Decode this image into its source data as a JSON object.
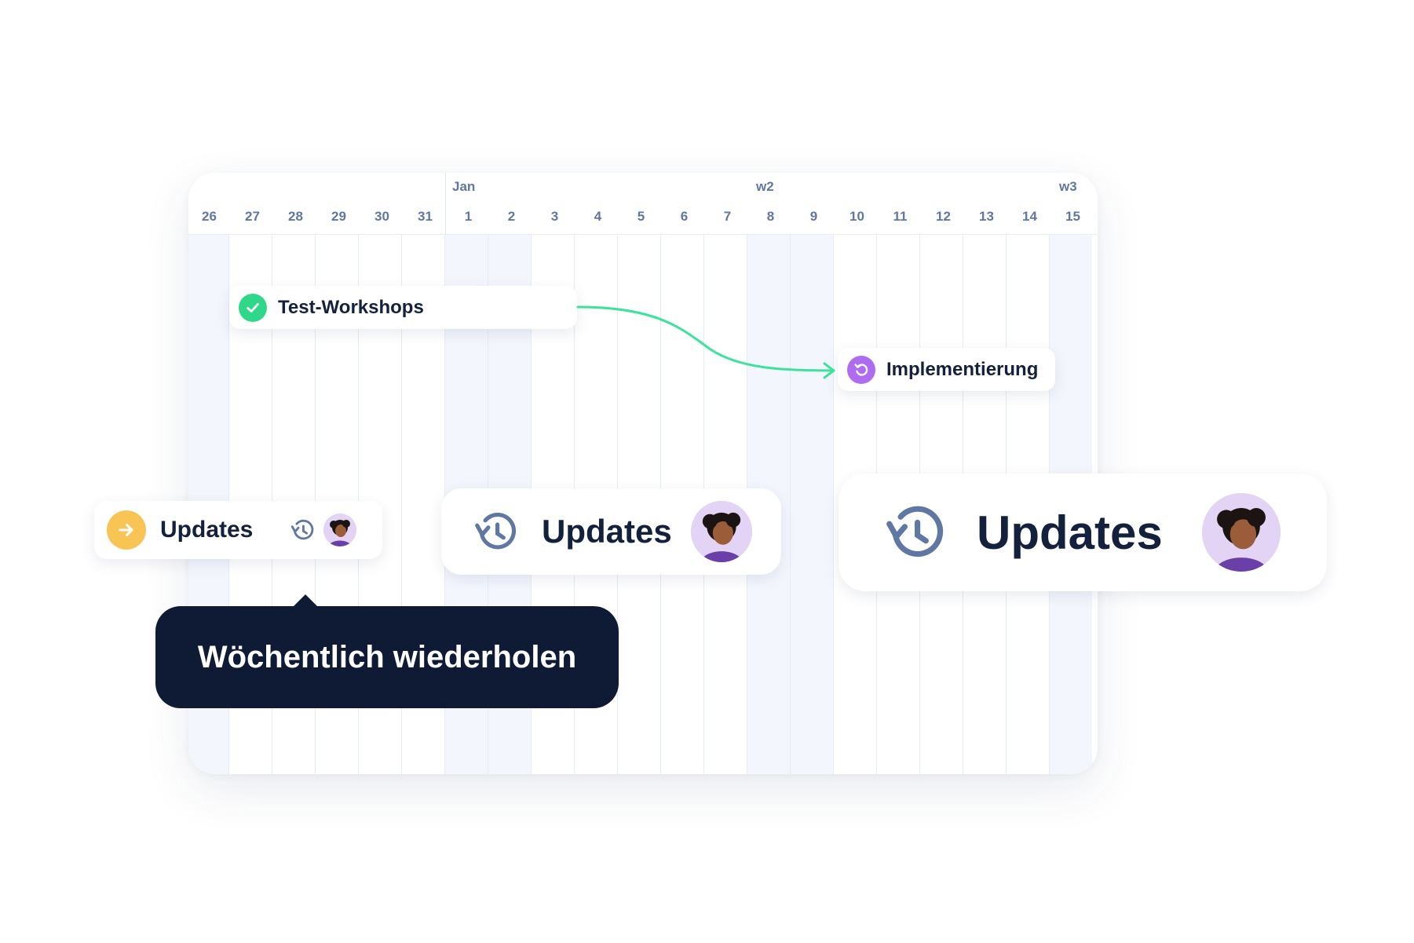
{
  "calendar": {
    "month_label": "Jan",
    "week_labels": [
      "w2",
      "w3"
    ],
    "days": [
      "26",
      "27",
      "28",
      "29",
      "30",
      "31",
      "1",
      "2",
      "3",
      "4",
      "5",
      "6",
      "7",
      "8",
      "9",
      "10",
      "11",
      "12",
      "13",
      "14",
      "15"
    ]
  },
  "tasks": {
    "test_workshops": {
      "label": "Test-Workshops",
      "status": "done",
      "status_color": "#2ed888"
    },
    "implementierung": {
      "label": "Implementierung",
      "status": "recurring",
      "status_color": "#b06cf0"
    }
  },
  "updates_cards": [
    {
      "label": "Updates",
      "icon": "arrow-right-icon",
      "icon_color": "#f8c454"
    },
    {
      "label": "Updates",
      "icon": "history-icon"
    },
    {
      "label": "Updates",
      "icon": "history-icon"
    }
  ],
  "tooltip": {
    "text": "Wöchentlich wiederholen"
  },
  "colors": {
    "dependency_line": "#3de39b",
    "accent_text": "#14213d",
    "icon_gray": "#5f77a3"
  }
}
